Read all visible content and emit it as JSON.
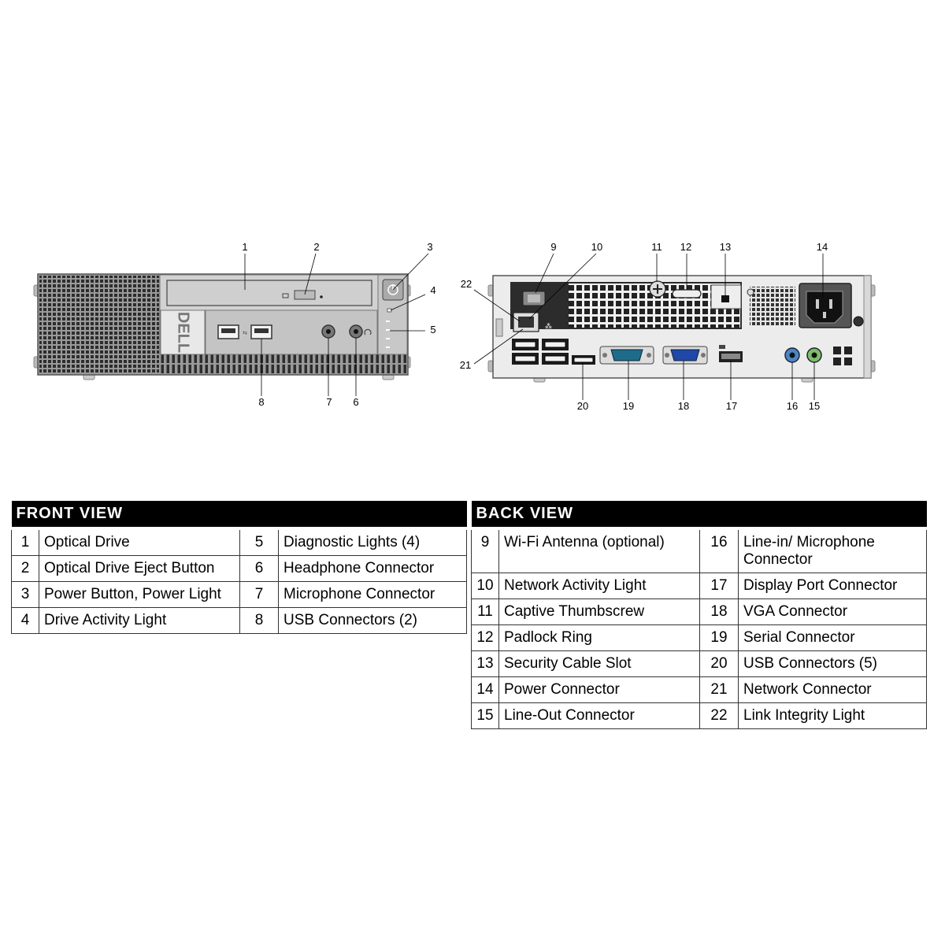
{
  "callouts": {
    "front": {
      "c1": "1",
      "c2": "2",
      "c3": "3",
      "c4": "4",
      "c5": "5",
      "c6": "6",
      "c7": "7",
      "c8": "8"
    },
    "back": {
      "c9": "9",
      "c10": "10",
      "c11": "11",
      "c12": "12",
      "c13": "13",
      "c14": "14",
      "c15": "15",
      "c16": "16",
      "c17": "17",
      "c18": "18",
      "c19": "19",
      "c20": "20",
      "c21": "21",
      "c22": "22"
    }
  },
  "front_panel": {
    "logo": "DELL"
  },
  "front_view": {
    "title": "FRONT VIEW",
    "rows": [
      {
        "n1": "1",
        "l1": "Optical Drive",
        "n2": "5",
        "l2": "Diagnostic Lights (4)"
      },
      {
        "n1": "2",
        "l1": "Optical Drive Eject Button",
        "n2": "6",
        "l2": "Headphone Connector"
      },
      {
        "n1": "3",
        "l1": "Power Button, Power Light",
        "n2": "7",
        "l2": "Microphone Connector"
      },
      {
        "n1": "4",
        "l1": "Drive Activity Light",
        "n2": "8",
        "l2": "USB Connectors (2)"
      }
    ]
  },
  "back_view": {
    "title": "BACK VIEW",
    "rows": [
      {
        "n1": "9",
        "l1": "Wi-Fi Antenna (optional)",
        "n2": "16",
        "l2": "Line-in/ Microphone Connector"
      },
      {
        "n1": "10",
        "l1": "Network Activity Light",
        "n2": "17",
        "l2": "Display Port Connector"
      },
      {
        "n1": "11",
        "l1": "Captive Thumbscrew",
        "n2": "18",
        "l2": "VGA Connector"
      },
      {
        "n1": "12",
        "l1": "Padlock Ring",
        "n2": "19",
        "l2": "Serial Connector"
      },
      {
        "n1": "13",
        "l1": "Security Cable Slot",
        "n2": "20",
        "l2": "USB Connectors (5)"
      },
      {
        "n1": "14",
        "l1": "Power Connector",
        "n2": "21",
        "l2": "Network Connector"
      },
      {
        "n1": "15",
        "l1": "Line-Out Connector",
        "n2": "22",
        "l2": "Link Integrity Light"
      }
    ]
  }
}
